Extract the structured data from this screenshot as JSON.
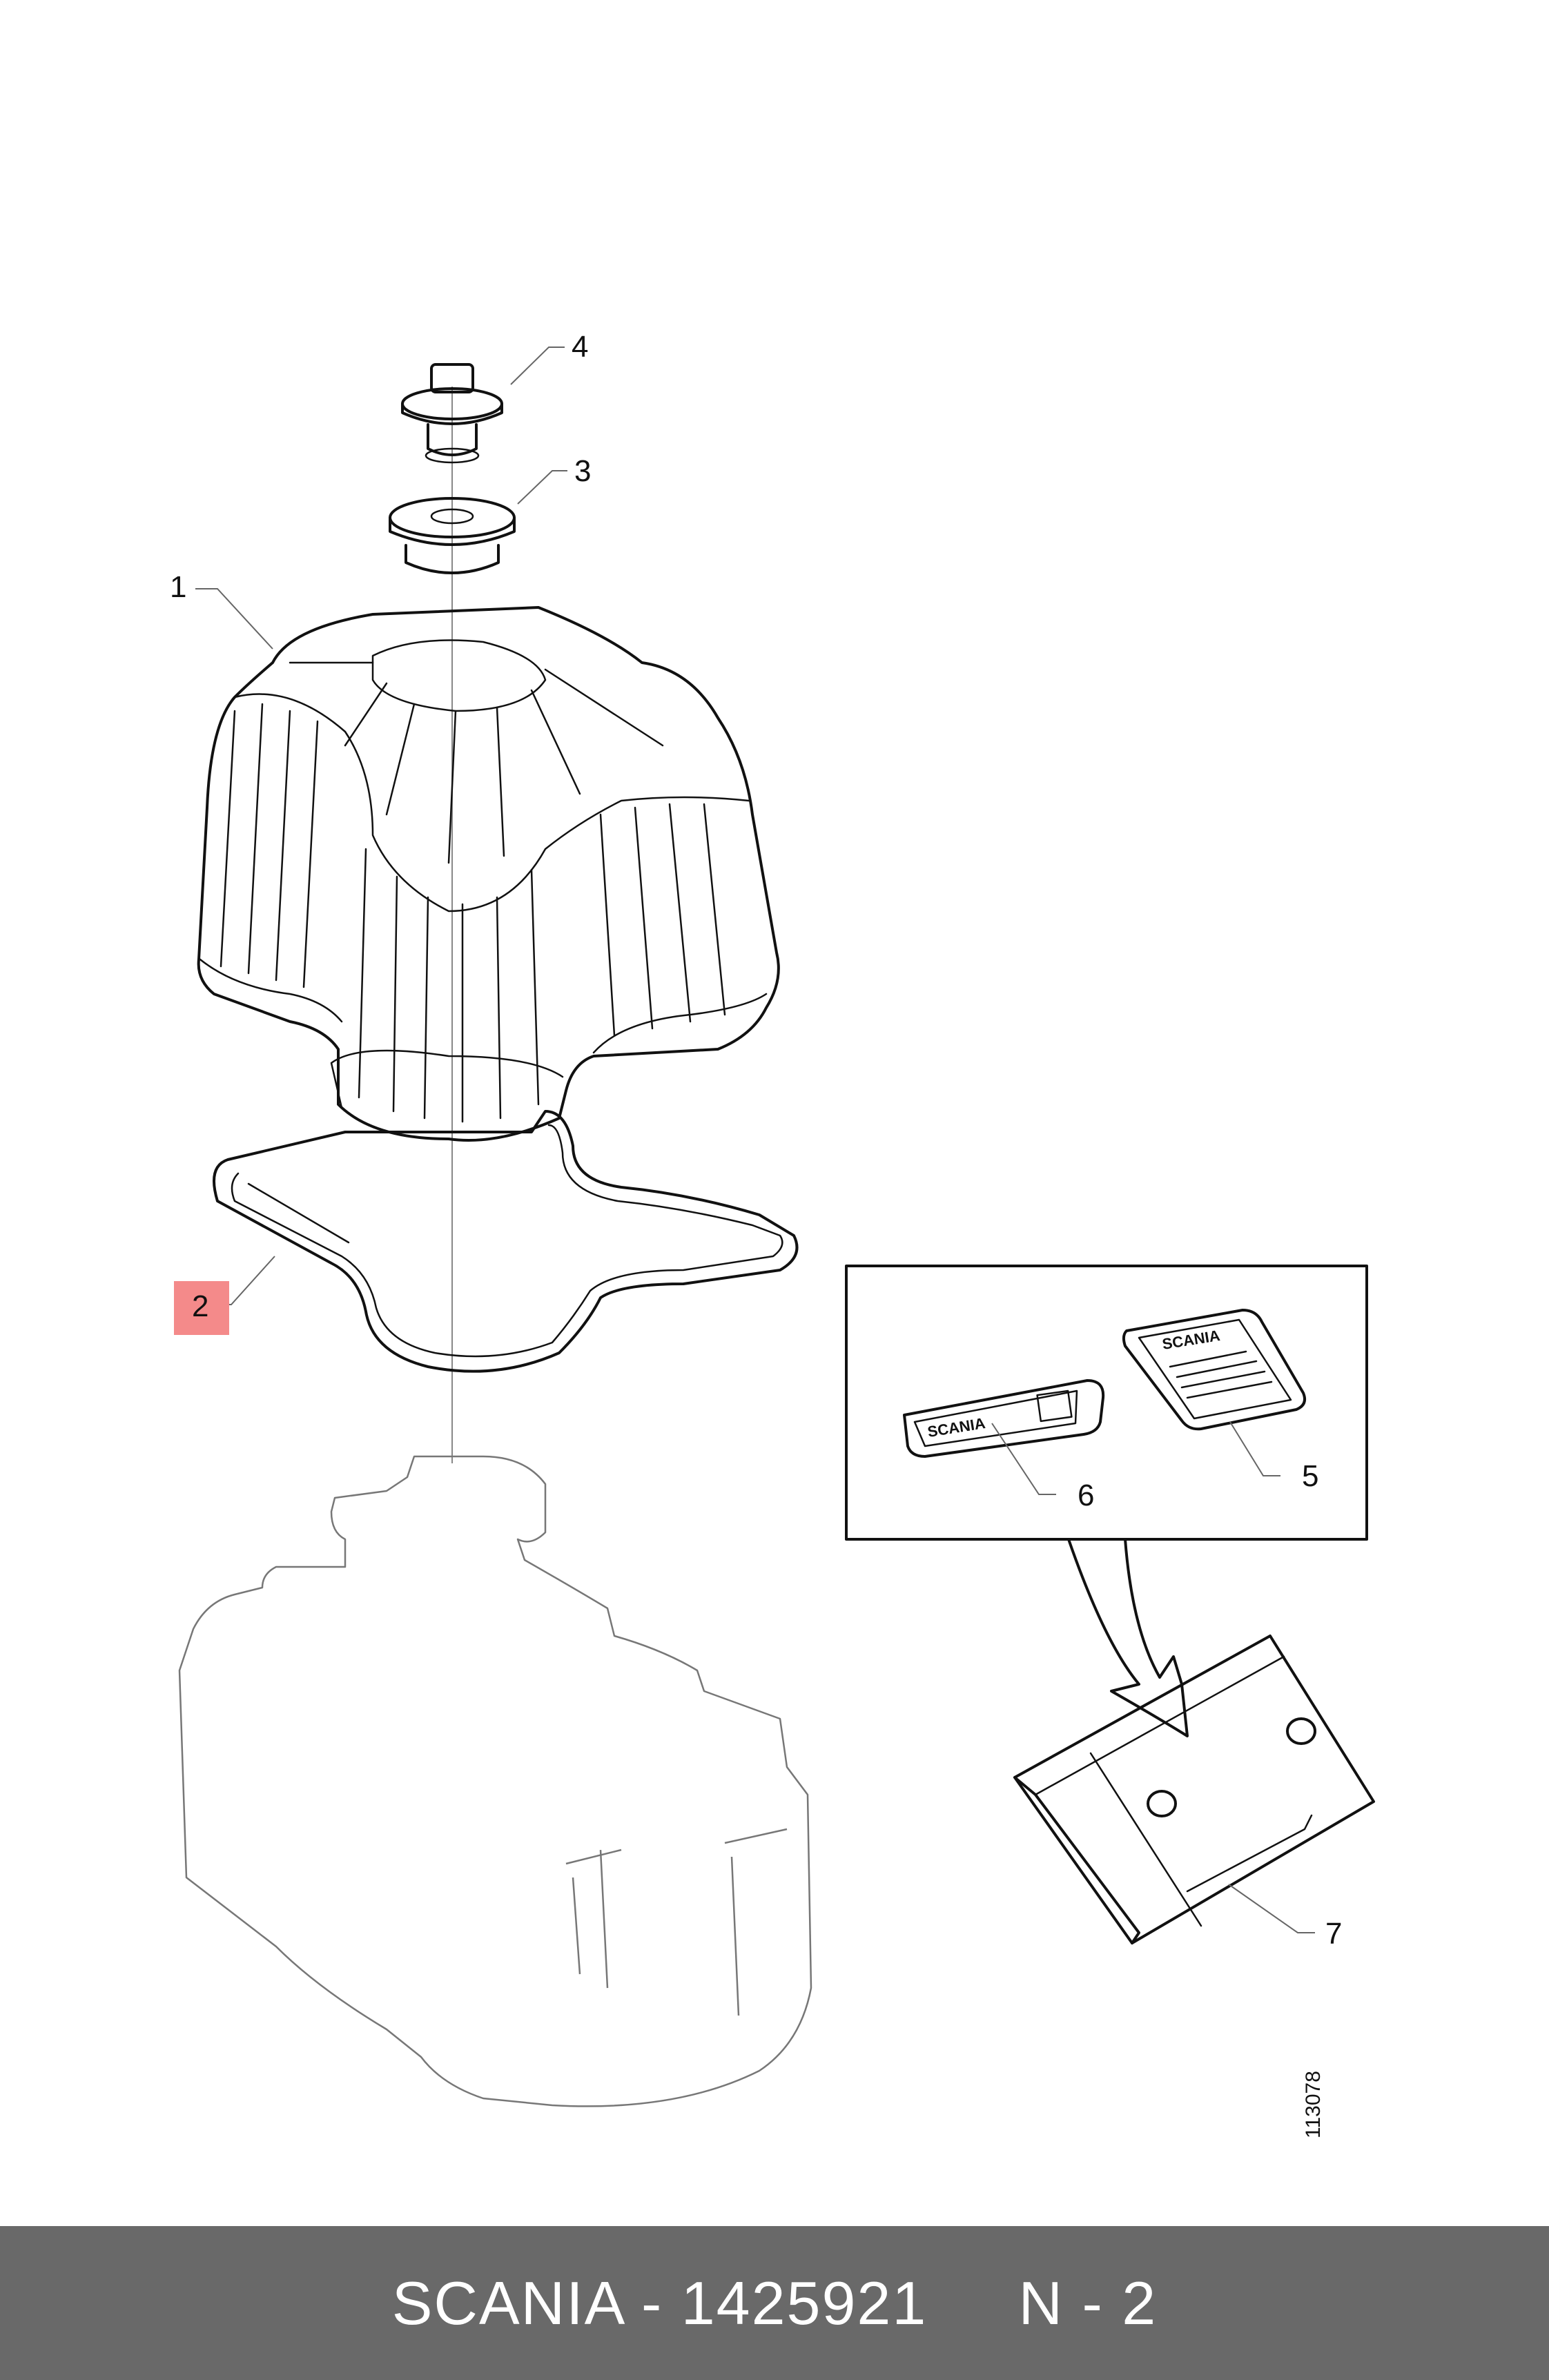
{
  "callouts": {
    "c1": "1",
    "c2": "2",
    "c3": "3",
    "c4": "4",
    "c5": "5",
    "c6": "6",
    "c7": "7"
  },
  "drawing_number": "113078",
  "decals": {
    "decal_6_text": "SCANIA",
    "decal_5_text": "SCANIA"
  },
  "highlight": {
    "callout": "2",
    "color": "#f48a8a"
  },
  "footer": {
    "label": "SCANIA - 1425921     N - 2"
  }
}
